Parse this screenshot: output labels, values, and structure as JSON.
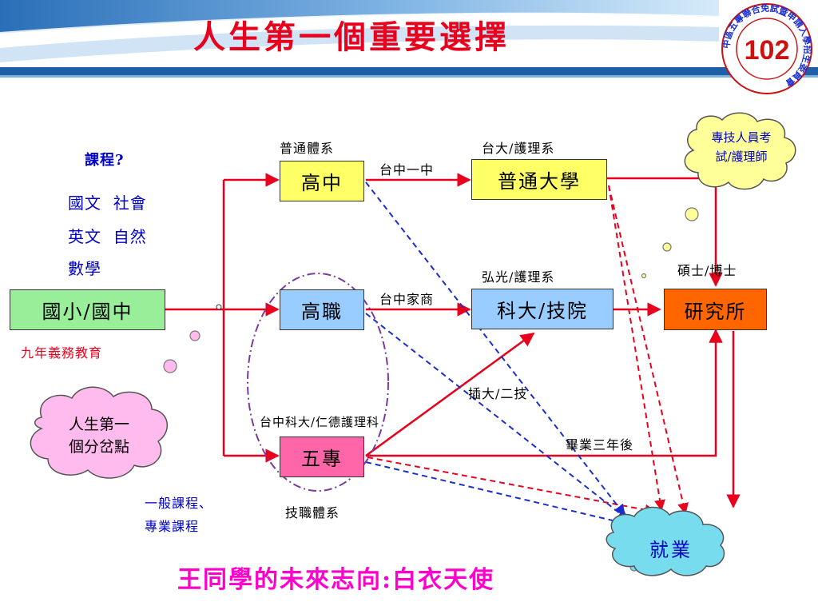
{
  "header": {
    "title": "人生第一個重要選擇"
  },
  "logo": {
    "year": "102",
    "ring_text": "中區五專聯合免試暨申請入學招生委員會"
  },
  "diagram": {
    "nodes": {
      "elementary": "國小/國中",
      "high_school": "高中",
      "vocational": "高職",
      "junior_college": "五專",
      "university": "普通大學",
      "tech_university": "科大/技院",
      "graduate": "研究所"
    },
    "labels": {
      "general_system": "普通體系",
      "taichung_first": "台中一中",
      "ntu_nursing": "台大/護理系",
      "hungkuang_nursing": "弘光/護理系",
      "taichung_commerce": "台中家商",
      "transfer": "插大/二技",
      "masters_phd": "碩士/博士",
      "tech_jr_college": "台中科大/仁德護理科",
      "vocational_system": "技職體系",
      "three_years": "畢業三年後"
    },
    "side": {
      "curriculum_title": "課程?",
      "subjects_line1": "國文  社會",
      "subjects_line2": "英文  自然",
      "subjects_line3": "數學",
      "compulsory": "九年義務教育",
      "course_types_line1": "一般課程、",
      "course_types_line2": "專業課程"
    },
    "clouds": {
      "decision_line1": "人生第一",
      "decision_line2": "個分岔點",
      "exam_line1": "專技人員考",
      "exam_line2": "試/護理師",
      "employment": "就業"
    },
    "footer": "王同學的未來志向:白衣天使"
  },
  "colors": {
    "title_red": "#e8001c",
    "arrow_red": "#e8001c",
    "arrow_blue": "#1a2ecc",
    "ellipse_purple": "#7a3aa0",
    "box_green": "#99ee99",
    "box_yellow": "#ffff66",
    "box_blue": "#99ccff",
    "box_pink": "#ff66aa",
    "box_orange": "#ff6600",
    "cloud_pink": "#ffbbee",
    "cloud_yellow": "#ffff99",
    "cloud_cyan": "#77ddee",
    "footer_magenta": "#ff00cc"
  }
}
